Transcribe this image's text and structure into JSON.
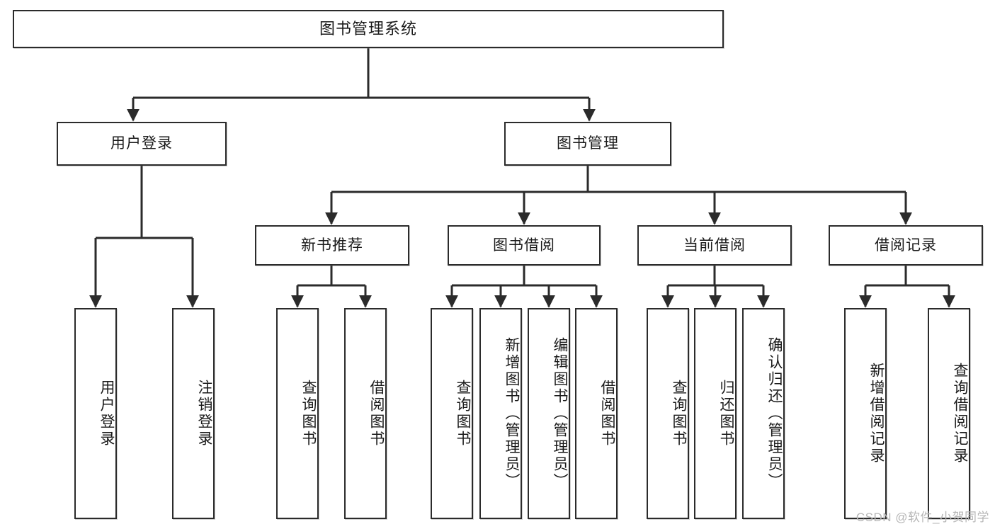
{
  "diagram": {
    "title": "图书管理系统",
    "watermark": "CSDN @软件_小贺同学",
    "colors": {
      "stroke": "#2b2b2b",
      "fill": "#ffffff",
      "text": "#1a1a1a",
      "watermark": "#b6b6b6"
    },
    "nodes": {
      "root": {
        "label": "图书管理系统"
      },
      "level2": [
        {
          "label": "用户登录"
        },
        {
          "label": "图书管理"
        }
      ],
      "level3": [
        {
          "label": "新书推荐"
        },
        {
          "label": "图书借阅"
        },
        {
          "label": "当前借阅"
        },
        {
          "label": "借阅记录"
        }
      ],
      "leaves": {
        "user_login": [
          {
            "label": "用户登录"
          },
          {
            "label": "注销登录"
          }
        ],
        "new_book_recommend": [
          {
            "label": "查询图书"
          },
          {
            "label": "借阅图书"
          }
        ],
        "book_borrow": [
          {
            "label": "查询图书"
          },
          {
            "label": "新增图书（管理员）"
          },
          {
            "label": "编辑图书（管理员）"
          },
          {
            "label": "借阅图书"
          }
        ],
        "current_borrow": [
          {
            "label": "查询图书"
          },
          {
            "label": "归还图书"
          },
          {
            "label": "确认归还（管理员）"
          }
        ],
        "borrow_record": [
          {
            "label": "新增借阅记录"
          },
          {
            "label": "查询借阅记录"
          }
        ]
      }
    }
  }
}
